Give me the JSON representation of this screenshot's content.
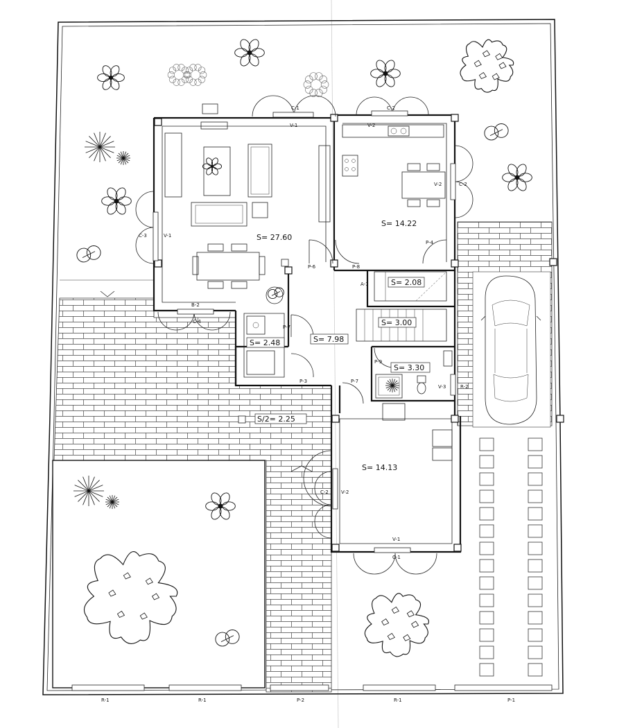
{
  "areas": {
    "living": "S=  27.60",
    "kitchen": "S=  14.22",
    "stair_small": "S= 2.08",
    "stair_main": "S= 3.00",
    "hall": "S=  7.98",
    "storage": "S= 2.48",
    "bath": "S=  3.30",
    "porch": "S/2=  2.25",
    "garage_room": "S=  14.13"
  },
  "labels": {
    "c1_top": "C-1",
    "v1_top": "V-1",
    "c2_kitchen": "C-2",
    "v2_kitchen_top": "V-2",
    "v2_kitchen_side": "V-2",
    "c2_kitchen_side": "C-2",
    "c3_left": "C-3",
    "v1_left": "V-1",
    "b2": "B-2",
    "c4": "C-4",
    "p6": "P-6",
    "p8": "P-8",
    "p4": "P-4",
    "a1": "A-1",
    "p7_store": "P-7",
    "p3": "P-3",
    "p7_hall": "P-7",
    "p9": "P-9",
    "v3": "V-3",
    "r2": "R-2",
    "c2_lower": "C-2",
    "v2_lower": "V-2",
    "v1_lower": "V-1",
    "c1_lower": "C-1",
    "r1_a": "R-1",
    "r1_b": "R-1",
    "p2": "P-2",
    "r1_c": "R-1",
    "p1": "P-1"
  }
}
